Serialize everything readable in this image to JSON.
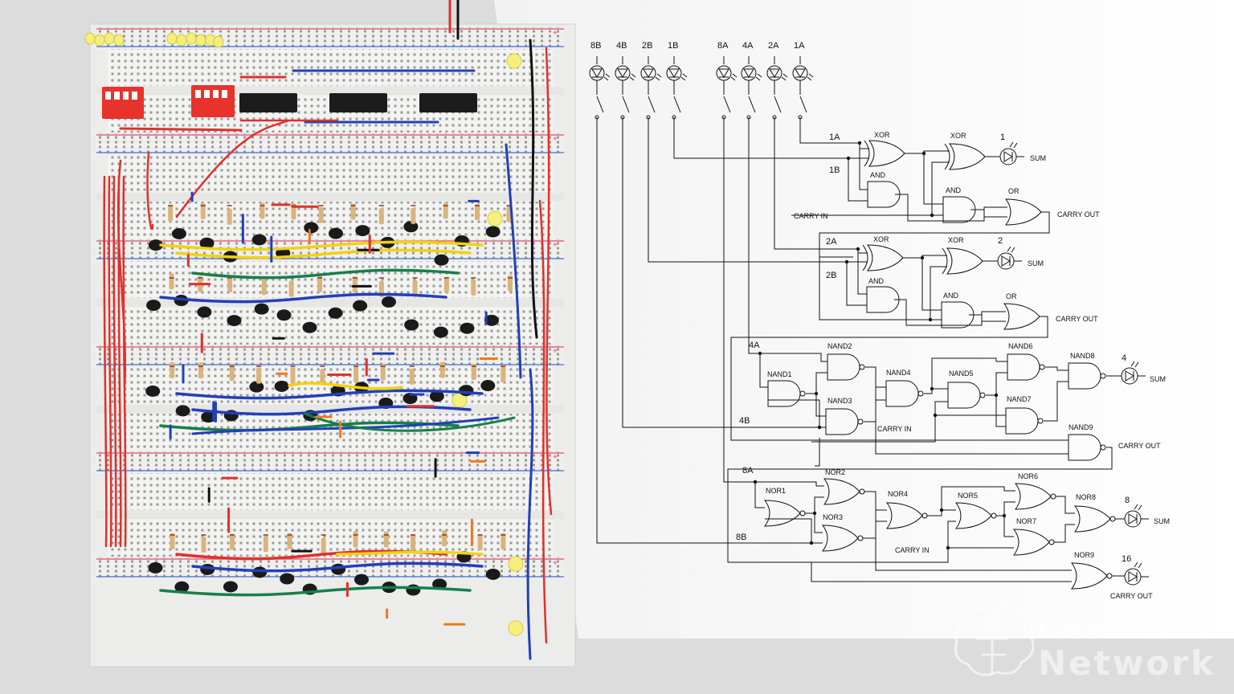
{
  "switch_labels": [
    "8B",
    "4B",
    "2B",
    "1B",
    "8A",
    "4A",
    "2A",
    "1A"
  ],
  "stage1": {
    "in_a": "1A",
    "in_b": "1B",
    "xor1": "XOR",
    "xor2": "XOR",
    "and1": "AND",
    "and2": "AND",
    "or": "OR",
    "carry_in": "CARRY IN",
    "carry_out": "CARRY OUT",
    "led_num": "1",
    "sum": "SUM"
  },
  "stage2": {
    "in_a": "2A",
    "in_b": "2B",
    "xor1": "XOR",
    "xor2": "XOR",
    "and1": "AND",
    "and2": "AND",
    "or": "OR",
    "carry_out": "CARRY OUT",
    "led_num": "2",
    "sum": "SUM"
  },
  "stage3": {
    "in_a": "4A",
    "in_b": "4B",
    "gates": [
      "NAND1",
      "NAND2",
      "NAND3",
      "NAND4",
      "NAND5",
      "NAND6",
      "NAND7",
      "NAND8",
      "NAND9"
    ],
    "carry_in": "CARRY IN",
    "carry_out": "CARRY OUT",
    "led_num": "4",
    "sum": "SUM"
  },
  "stage4": {
    "in_a": "8A",
    "in_b": "8B",
    "gates": [
      "NOR1",
      "NOR2",
      "NOR3",
      "NOR4",
      "NOR5",
      "NOR6",
      "NOR7",
      "NOR8",
      "NOR9"
    ],
    "carry_in": "CARRY IN",
    "carry_out": "CARRY OUT",
    "led_num": "8",
    "sum": "SUM",
    "led_num_carry": "16"
  },
  "watermark": {
    "line1": "Global Science",
    "line2": "Network"
  },
  "colors": {
    "wire_red": "#e0312b",
    "wire_blue": "#2140b8",
    "wire_yellow": "#f2d20f",
    "wire_green": "#17804a",
    "dip_red": "#e8322c",
    "transistor": "#1a1a1a"
  }
}
